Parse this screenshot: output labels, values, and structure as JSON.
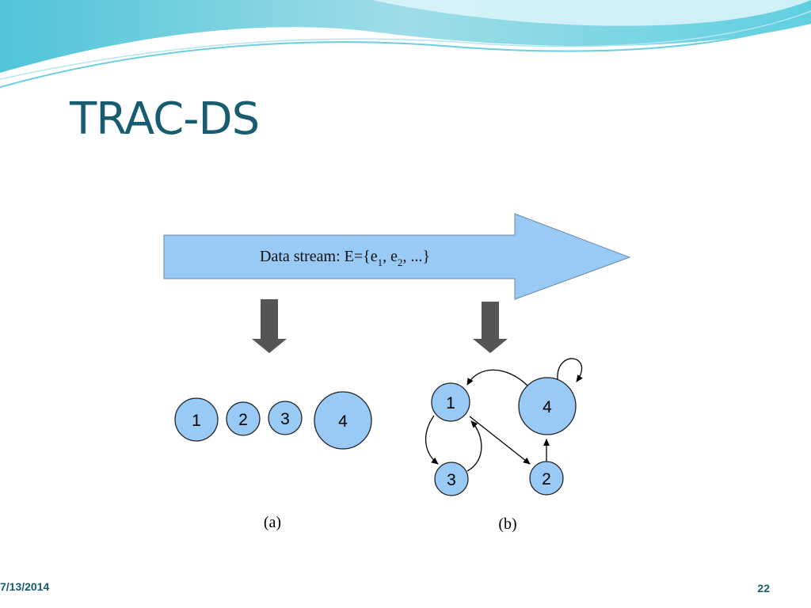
{
  "slide": {
    "title": "TRAC-DS",
    "date": "7/13/2014",
    "page_number": "22"
  },
  "diagram": {
    "stream_label_main": "Data stream: E={e",
    "stream_sub1": "1",
    "stream_mid": ", e",
    "stream_sub2": "2",
    "stream_end": ", ...}",
    "panel_a": {
      "caption": "(a)",
      "nodes": [
        "1",
        "2",
        "3",
        "4"
      ]
    },
    "panel_b": {
      "caption": "(b)",
      "nodes": [
        "1",
        "4",
        "3",
        "2"
      ]
    }
  },
  "colors": {
    "title": "#175c70",
    "arrow_fill": "#99c9f5",
    "node_fill": "#99c9f5",
    "down_arrow": "#555555"
  }
}
